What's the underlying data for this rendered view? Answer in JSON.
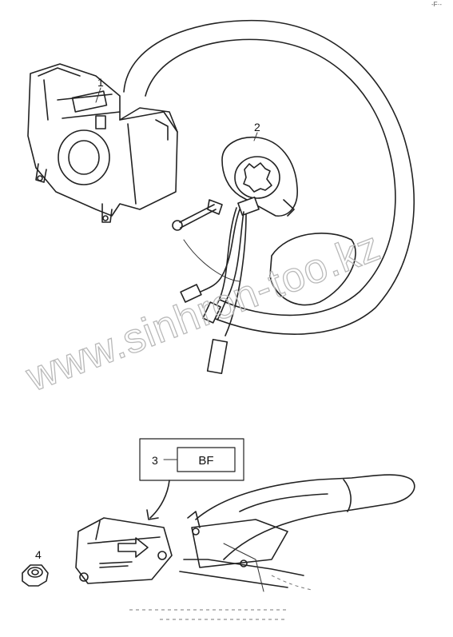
{
  "corner_mark": "-F·-",
  "callouts": {
    "c1": "1",
    "c2": "2",
    "c3": "3",
    "c4": "4"
  },
  "label_box": {
    "code": "BF"
  },
  "watermark": "www.sinhron-too.kz"
}
